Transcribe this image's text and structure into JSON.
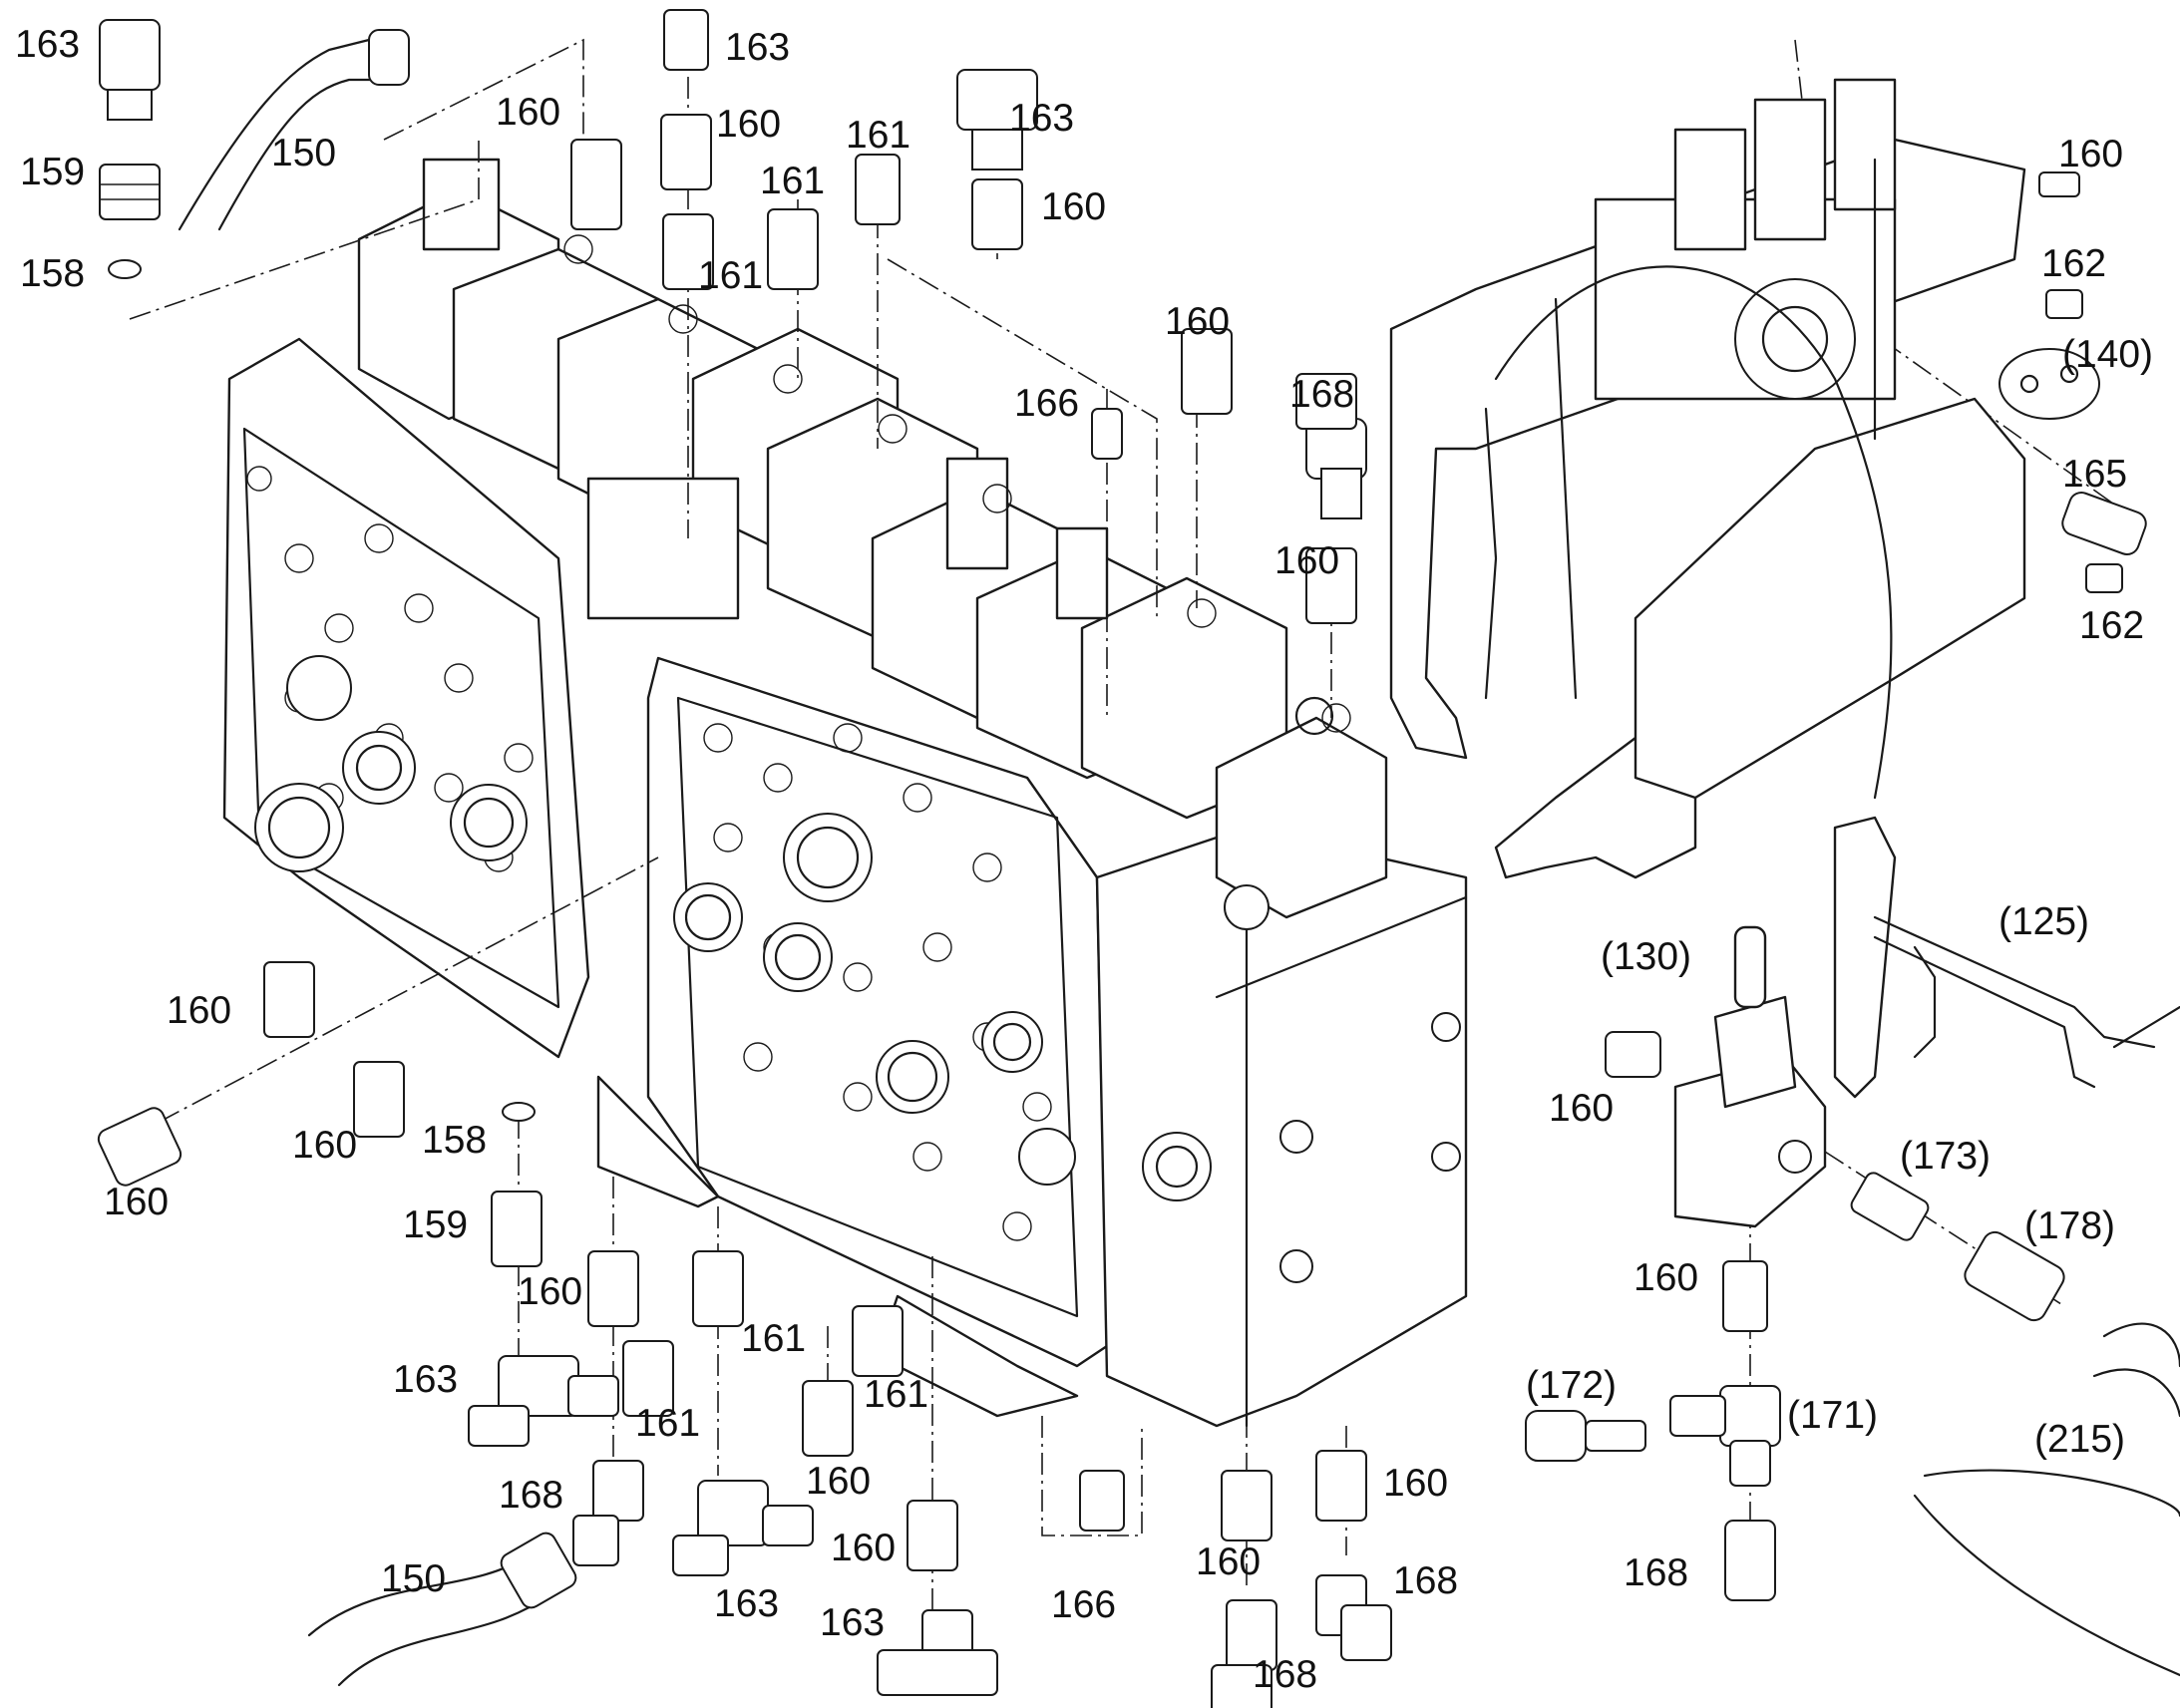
{
  "callouts": [
    {
      "id": "c1",
      "text": "163"
    },
    {
      "id": "c2",
      "text": "159"
    },
    {
      "id": "c3",
      "text": "158"
    },
    {
      "id": "c4",
      "text": "150"
    },
    {
      "id": "c5",
      "text": "160"
    },
    {
      "id": "c6",
      "text": "163"
    },
    {
      "id": "c7",
      "text": "160"
    },
    {
      "id": "c8",
      "text": "161"
    },
    {
      "id": "c9",
      "text": "163"
    },
    {
      "id": "c10",
      "text": "160"
    },
    {
      "id": "c11",
      "text": "161"
    },
    {
      "id": "c12",
      "text": "161"
    },
    {
      "id": "c13",
      "text": "166"
    },
    {
      "id": "c14",
      "text": "160"
    },
    {
      "id": "c15",
      "text": "168"
    },
    {
      "id": "c16",
      "text": "160"
    },
    {
      "id": "c17",
      "text": "160"
    },
    {
      "id": "c18",
      "text": "162"
    },
    {
      "id": "c19",
      "text": "(140)"
    },
    {
      "id": "c20",
      "text": "165"
    },
    {
      "id": "c21",
      "text": "162"
    },
    {
      "id": "c22",
      "text": "(125)"
    },
    {
      "id": "c23",
      "text": "(130)"
    },
    {
      "id": "c24",
      "text": "160"
    },
    {
      "id": "c25",
      "text": "(173)"
    },
    {
      "id": "c26",
      "text": "(178)"
    },
    {
      "id": "c27",
      "text": "160"
    },
    {
      "id": "c28",
      "text": "(172)"
    },
    {
      "id": "c29",
      "text": "(171)"
    },
    {
      "id": "c30",
      "text": "(215)"
    },
    {
      "id": "c31",
      "text": "168"
    },
    {
      "id": "c32",
      "text": "160"
    },
    {
      "id": "c33",
      "text": "160"
    },
    {
      "id": "c34",
      "text": "160"
    },
    {
      "id": "c35",
      "text": "158"
    },
    {
      "id": "c36",
      "text": "159"
    },
    {
      "id": "c37",
      "text": "160"
    },
    {
      "id": "c38",
      "text": "163"
    },
    {
      "id": "c39",
      "text": "161"
    },
    {
      "id": "c40",
      "text": "161"
    },
    {
      "id": "c41",
      "text": "161"
    },
    {
      "id": "c42",
      "text": "168"
    },
    {
      "id": "c43",
      "text": "150"
    },
    {
      "id": "c44",
      "text": "163"
    },
    {
      "id": "c45",
      "text": "160"
    },
    {
      "id": "c46",
      "text": "160"
    },
    {
      "id": "c47",
      "text": "163"
    },
    {
      "id": "c48",
      "text": "166"
    },
    {
      "id": "c49",
      "text": "160"
    },
    {
      "id": "c50",
      "text": "160"
    },
    {
      "id": "c51",
      "text": "168"
    },
    {
      "id": "c52",
      "text": "168"
    }
  ]
}
